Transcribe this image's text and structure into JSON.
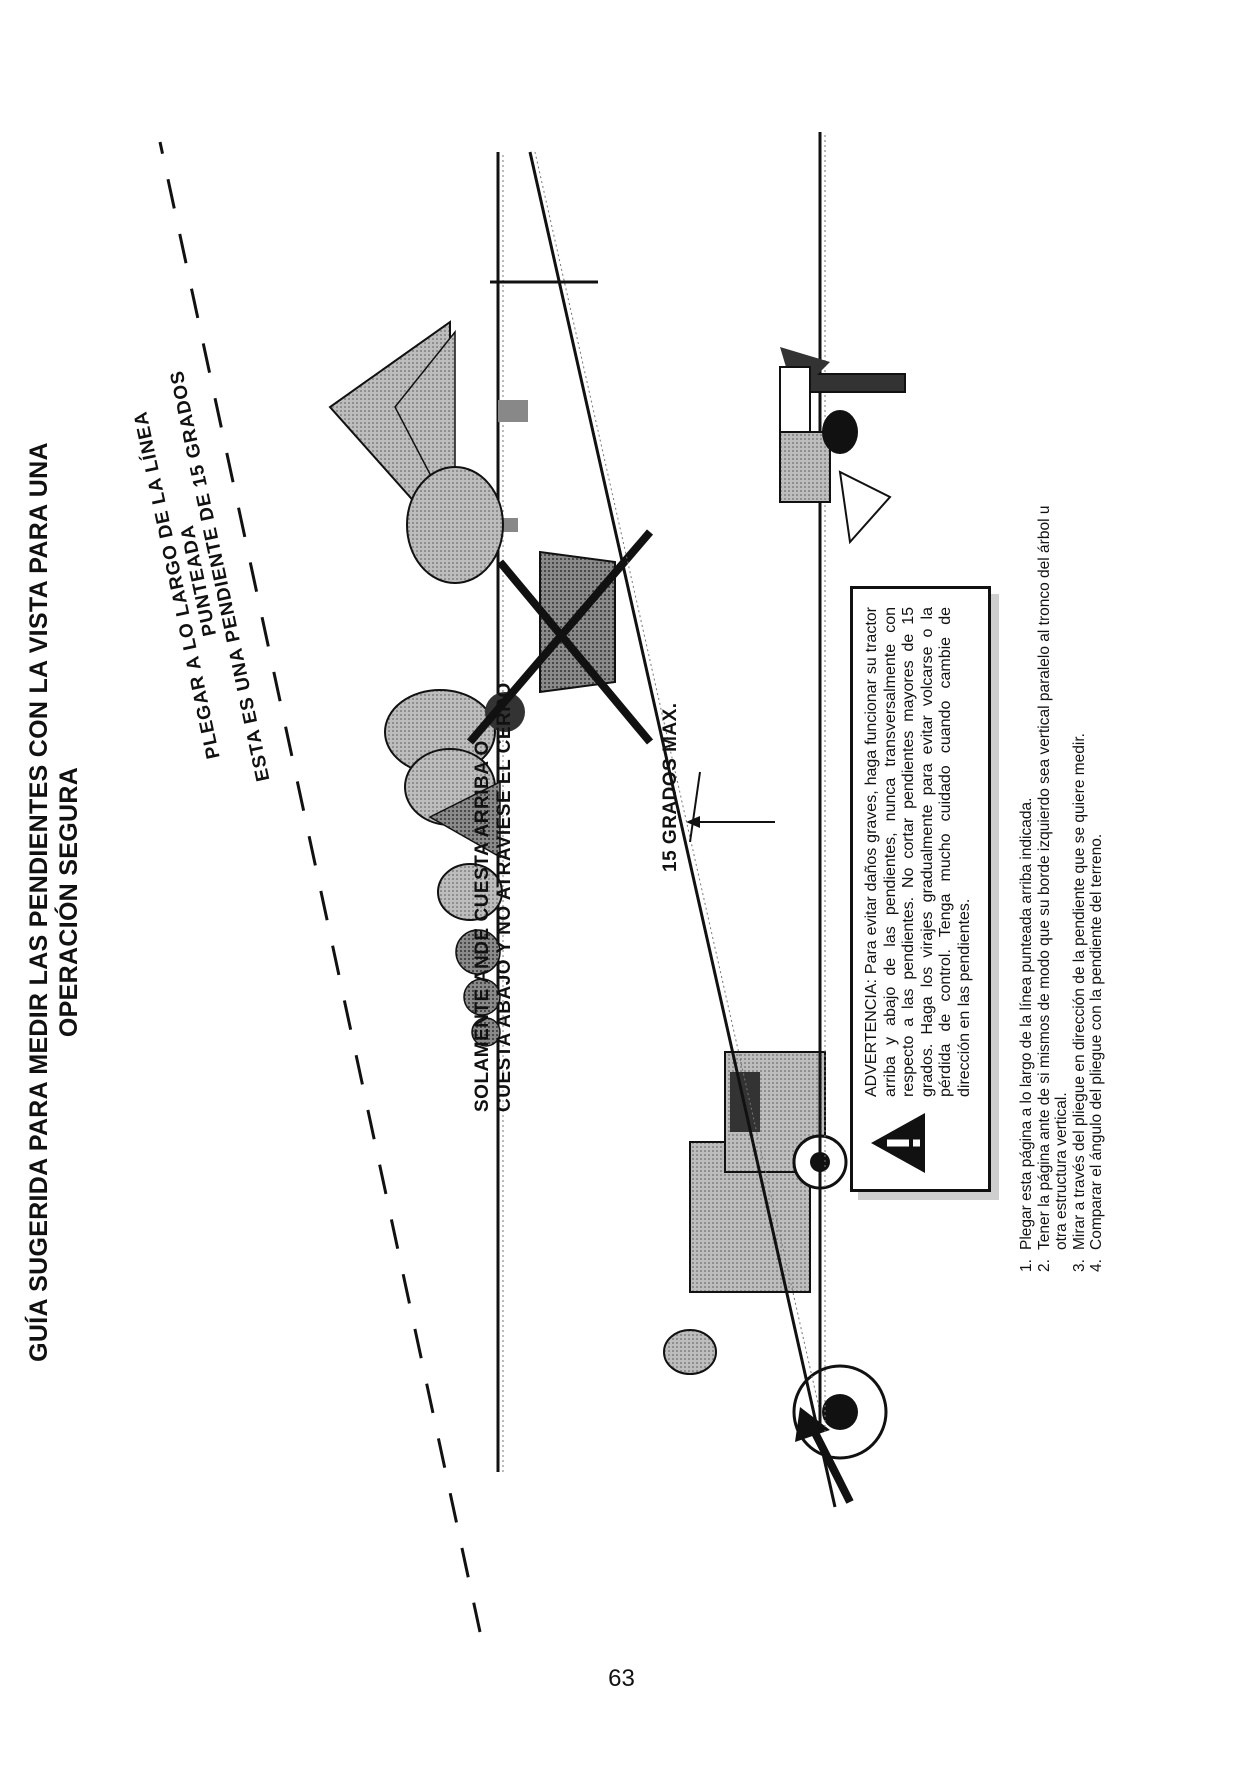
{
  "title": {
    "line1": "GUÍA SUGERIDA PARA MEDIR LAS PENDIENTES CON LA VISTA PARA UNA",
    "line2": "OPERACIÓN SEGURA"
  },
  "fold_instruction": {
    "line1": "PLEGAR A LO LARGO DE LA LÍNEA PUNTEADA",
    "line2": "ESTA ES UNA PENDIENTE DE 15 GRADOS"
  },
  "mow_instruction": {
    "line1": "SOLAMENTE ANDE CUESTA ARRIBA O",
    "line2": "CUESTA ABAJO Y NO ATRAVIESE EL CERRO"
  },
  "angle_label": "15 GRADOS MAX.",
  "warning": {
    "text": "ADVERTENCIA: Para evitar daños graves, haga funcionar su tractor arriba y abajo de las pendientes, nunca transversalmente con respecto a las pendientes. No cortar pendientes mayores de 15 grados. Haga los virajes gradualmente para evitar volcarse o la pérdida de control. Tenga mucho cuidado cuando cambie de dirección en las pendientes."
  },
  "steps": [
    {
      "num": "1.",
      "text": "Plegar esta página a lo largo de la línea punteada arriba indicada."
    },
    {
      "num": "2.",
      "text": "Tener la página ante de si mismos de modo que su borde izquierdo sea vertical paralelo al tronco del árbol u otra estructura vertical."
    },
    {
      "num": "3.",
      "text": "Mirar a través del pliegue en dirección de la pendiente que se quiere medir."
    },
    {
      "num": "4.",
      "text": "Comparar el ángulo del pliegue con la pendiente del terreno."
    }
  ],
  "page_number": "63",
  "colors": {
    "ink": "#111111",
    "tree_fill": "#9a9a9a",
    "shadow": "#cfcfcf"
  }
}
